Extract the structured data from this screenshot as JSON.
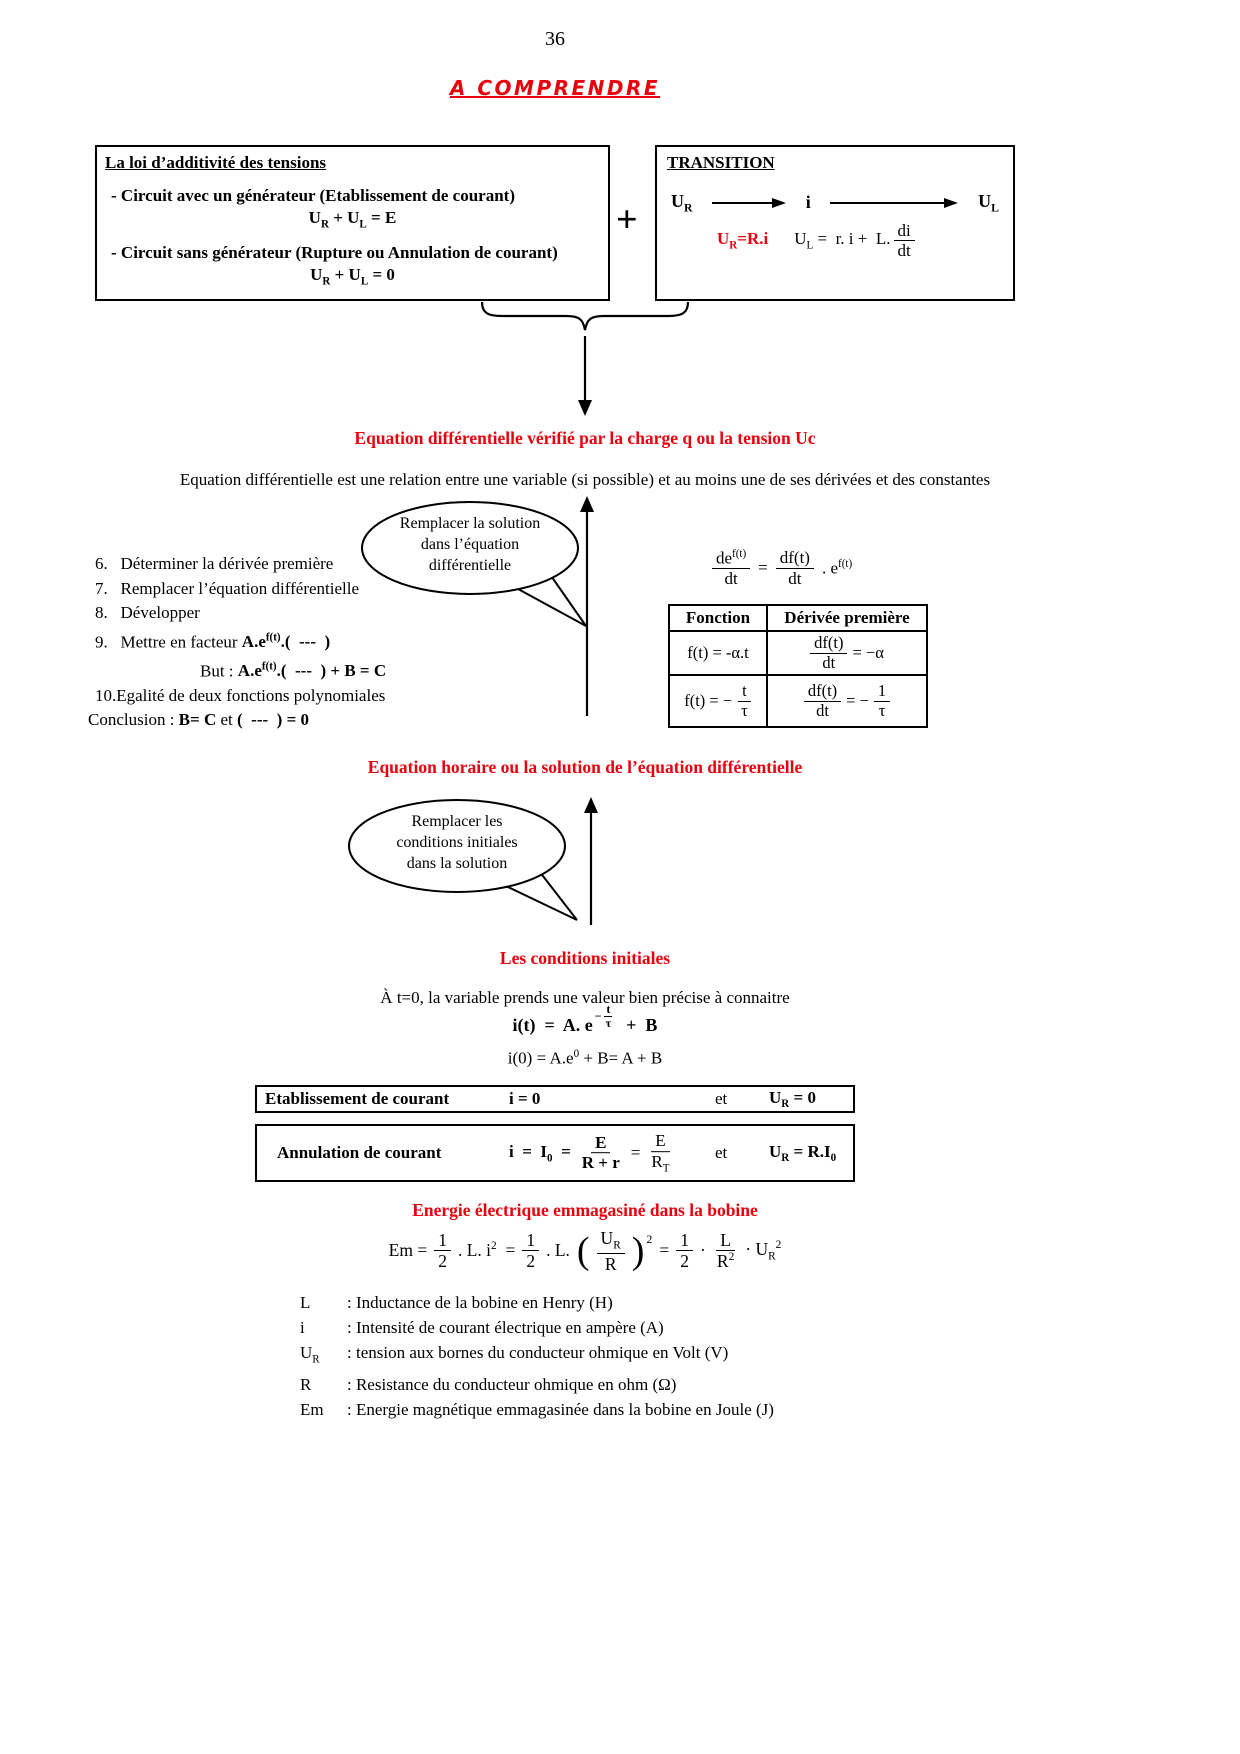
{
  "colors": {
    "accent_red": "#e8000d",
    "text": "#000000",
    "background": "#ffffff"
  },
  "page": {
    "number": "36",
    "title": "A COMPRENDRE"
  },
  "plus_sign": "+",
  "law_box": {
    "title": "La loi d’additivité des tensions",
    "item1": "- Circuit avec un générateur (Etablissement de courant)",
    "eq1": [
      {
        "t": "U"
      },
      {
        "t": "R",
        "sub": true
      },
      {
        "t": " + U"
      },
      {
        "t": "L",
        "sub": true
      },
      {
        "t": " = E"
      }
    ],
    "item2": "- Circuit sans générateur (Rupture ou Annulation de courant)",
    "eq2": [
      {
        "t": "U"
      },
      {
        "t": "R",
        "sub": true
      },
      {
        "t": " + U"
      },
      {
        "t": "L",
        "sub": true
      },
      {
        "t": " = 0"
      }
    ]
  },
  "transition_box": {
    "title": "TRANSITION",
    "ur": [
      {
        "t": "U"
      },
      {
        "t": "R",
        "sub": true
      }
    ],
    "i": "i",
    "ul": [
      {
        "t": "U"
      },
      {
        "t": "L",
        "sub": true
      }
    ],
    "ur_eq": [
      {
        "t": "U"
      },
      {
        "t": "R",
        "sub": true
      },
      {
        "t": "=R.i"
      }
    ],
    "ul_eq_pre": [
      {
        "t": "U"
      },
      {
        "t": "L",
        "sub": true
      },
      {
        "t": " =  r. i +  L."
      }
    ],
    "frac_num": "di",
    "frac_den": "dt"
  },
  "section1": {
    "heading": "Equation différentielle vérifié par la charge q ou la tension Uc",
    "intro": "Equation différentielle est une relation entre une variable (si possible) et au moins une de ses dérivées et des constantes",
    "bubble": {
      "line1": "Remplacer la solution",
      "line2": "dans l’équation",
      "line3": "différentielle"
    },
    "step6": "6.   Déterminer la dérivée première",
    "step7": "7.   Remplacer l’équation différentielle",
    "step8": "8.   Développer",
    "step9_pre": "9.   Mettre en facteur ",
    "step9_eq": [
      {
        "t": "A.e"
      },
      {
        "t": "f(t)",
        "sup": true
      },
      {
        "t": ".(  ---  )"
      }
    ],
    "but_pre": "But : ",
    "but_eq": [
      {
        "t": "A.e"
      },
      {
        "t": "f(t)",
        "sup": true
      },
      {
        "t": ".(  ---  ) + B = C"
      }
    ],
    "step10": "10.Egalité de deux fonctions polynomiales",
    "conclusion_pre": "Conclusion : ",
    "conclusion_b1": "B= C",
    "conclusion_mid": " et ",
    "conclusion_b2": "(  ---  ) = 0",
    "deriv": {
      "num1": [
        {
          "t": "de"
        },
        {
          "t": "f(t)",
          "sup": true
        }
      ],
      "den1": "dt",
      "equals": "=",
      "num2": "df(t)",
      "den2": "dt",
      "tail": [
        {
          "t": ". e"
        },
        {
          "t": "f(t)",
          "sup": true
        }
      ]
    },
    "table": {
      "col1": "Fonction",
      "col2": "Dérivée première",
      "r1_left": "f(t) = -α.t",
      "r1_num": "df(t)",
      "r1_den": "dt",
      "r1_rhs": "= −α",
      "r2_left_pre": "f(t) = −",
      "r2_left_num": "t",
      "r2_left_den": "τ",
      "r2_num": "df(t)",
      "r2_den": "dt",
      "r2_mid": "= −",
      "r2_num2": "1",
      "r2_den2": "τ"
    }
  },
  "section2": {
    "heading": "Equation horaire ou la solution de l’équation différentielle",
    "bubble": {
      "line1": "Remplacer les",
      "line2": "conditions initiales",
      "line3": "dans la solution"
    }
  },
  "section3": {
    "heading": "Les conditions initiales",
    "intro": "À t=0, la variable prends une valeur bien précise à connaitre",
    "eq1_pre": "i(t)  =  A. e",
    "eq1_exp_sign": "−",
    "eq1_exp_num": "t",
    "eq1_exp_den": "τ",
    "eq1_post": "  +  B",
    "eq2": [
      {
        "t": "i(0) = A.e"
      },
      {
        "t": "0",
        "sup": true
      },
      {
        "t": " + B= A + B"
      }
    ],
    "box1": {
      "label": "Etablissement de courant",
      "i_eq": "i = 0",
      "et": "et",
      "ur_eq": [
        {
          "t": "U"
        },
        {
          "t": "R",
          "sub": true
        },
        {
          "t": " = 0"
        }
      ]
    },
    "box2": {
      "label": "Annulation de courant",
      "i_pre": [
        {
          "t": "i  =  I"
        },
        {
          "t": "0",
          "sub": true
        },
        {
          "t": "  ="
        }
      ],
      "f1_num": "E",
      "f1_den": "R + r",
      "eq_sign": "=",
      "f2_num": "E",
      "f2_den": [
        {
          "t": "R"
        },
        {
          "t": "T",
          "sub": true
        }
      ],
      "et": "et",
      "ur_eq": [
        {
          "t": "U"
        },
        {
          "t": "R",
          "sub": true
        },
        {
          "t": " = R.I"
        },
        {
          "t": "0",
          "sub": true
        }
      ]
    }
  },
  "energy": {
    "heading": "Energie électrique emmagasiné dans la bobine",
    "lhs": "Em =",
    "half_num": "1",
    "half_den": "2",
    "t1": [
      {
        "t": ". L. i"
      },
      {
        "t": "2",
        "sup": true
      },
      {
        "t": "  ="
      }
    ],
    "t2": ". L.",
    "lparen": "(",
    "rparen": ")",
    "ur_num": [
      {
        "t": "U"
      },
      {
        "t": "R",
        "sub": true
      }
    ],
    "ur_den": "R",
    "sq": "2",
    "eq2": "=",
    "dot1": "·",
    "lr_num": "L",
    "lr_den": [
      {
        "t": "R"
      },
      {
        "t": "2",
        "sup": true
      }
    ],
    "tail": [
      {
        "t": "· U"
      },
      {
        "t": "R",
        "sub": true
      },
      {
        "t": "2",
        "sup": true
      }
    ]
  },
  "definitions": [
    {
      "symbol": [
        {
          "t": "L"
        }
      ],
      "text": ": Inductance de la bobine en Henry (H)"
    },
    {
      "symbol": [
        {
          "t": "i"
        }
      ],
      "text": ": Intensité de courant électrique en ampère (A)"
    },
    {
      "symbol": [
        {
          "t": "U"
        },
        {
          "t": "R",
          "sub": true
        }
      ],
      "text": ": tension aux bornes du conducteur ohmique en Volt (V)"
    },
    {
      "symbol": [
        {
          "t": "R"
        }
      ],
      "text": ": Resistance du conducteur ohmique en ohm (Ω)"
    },
    {
      "symbol": [
        {
          "t": "Em"
        }
      ],
      "text": ": Energie magnétique emmagasinée dans la bobine en Joule (J)"
    }
  ]
}
